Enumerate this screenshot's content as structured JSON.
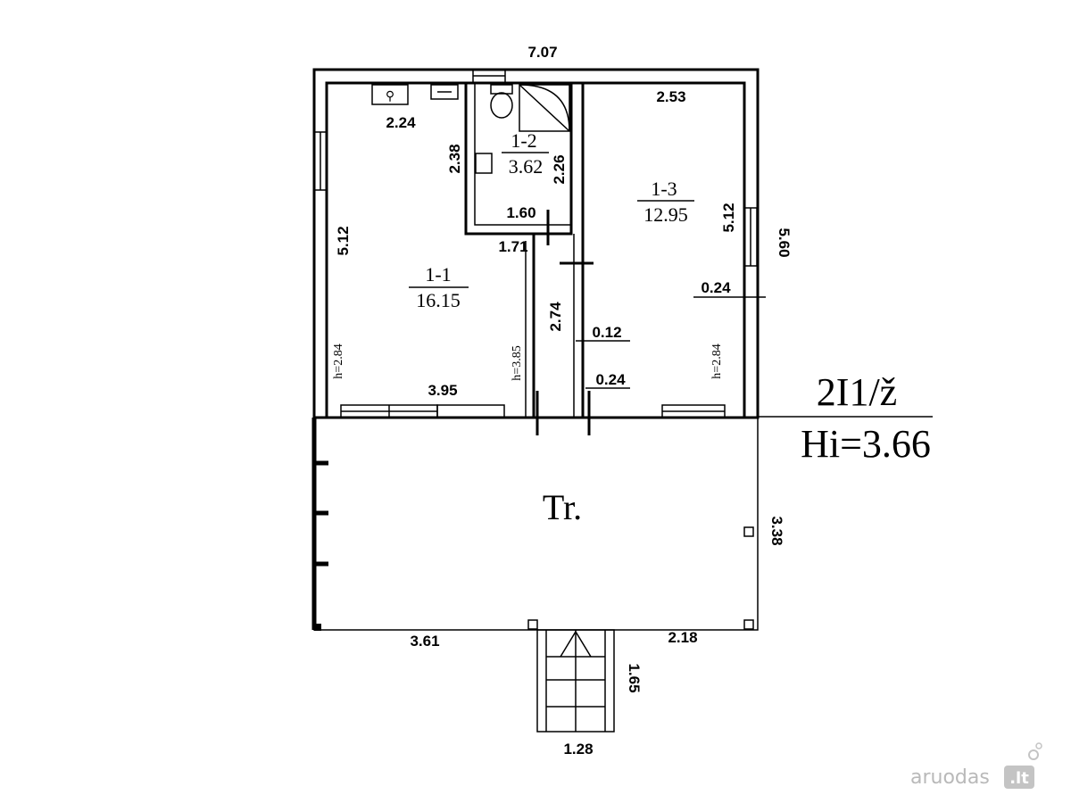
{
  "plan": {
    "overall_width": "7.07",
    "rooms": [
      {
        "id": "1-1",
        "area": "16.15",
        "height": "h=2.84"
      },
      {
        "id": "1-2",
        "area": "3.62"
      },
      {
        "id": "1-3",
        "area": "12.95",
        "height": "h=2.84"
      }
    ],
    "corridor_height": "h=3.85",
    "terrace_label": "Tr.",
    "dimensions": {
      "d_2_24": "2.24",
      "d_2_38": "2.38",
      "d_2_26": "2.26",
      "d_1_60": "1.60",
      "d_1_71": "1.71",
      "d_5_12_left": "5.12",
      "d_5_12_right": "5.12",
      "d_2_53": "2.53",
      "d_5_60": "5.60",
      "d_0_24_right": "0.24",
      "d_2_74": "2.74",
      "d_0_12": "0.12",
      "d_0_24_bottom": "0.24",
      "d_3_95": "3.95",
      "d_3_38": "3.38",
      "d_3_61": "3.61",
      "d_2_18": "2.18",
      "d_1_65": "1.65",
      "d_1_28": "1.28"
    },
    "stamp": {
      "code": "2I1/ž",
      "height": "Hi=3.66"
    },
    "watermark": {
      "brand": "aruodas",
      "tld": ".lt"
    }
  }
}
